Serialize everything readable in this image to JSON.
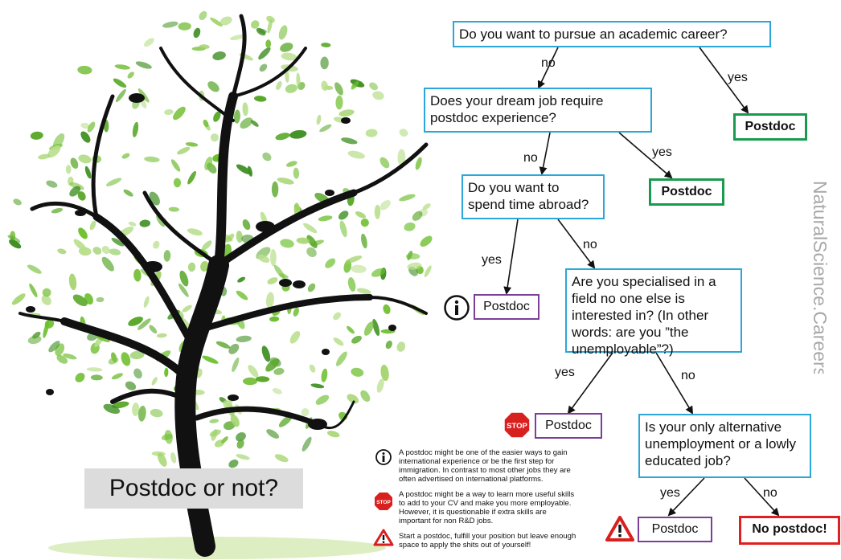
{
  "title": "Postdoc or not?",
  "brand": "NaturalScience.Careers",
  "colors": {
    "question_border": "#2aa7d8",
    "postdoc_green": "#1a9a4f",
    "postdoc_purple": "#7b3f98",
    "no_postdoc_red": "#e02020",
    "leaf": "#6cbf2c",
    "trunk": "#111111"
  },
  "questions": {
    "q1": "Do you want to pursue an academic career?",
    "q2": "Does your dream job require postdoc experience?",
    "q3": "Do you want to spend time abroad?",
    "q4": "Are you specialised in a field no one else is interested in? (In other words: are you ”the unemployable”?)",
    "q5": "Is your only alternative unemployment or a lowly educated job?"
  },
  "outcomes": {
    "o1": "Postdoc",
    "o2": "Postdoc",
    "o3": "Postdoc",
    "o4": "Postdoc",
    "o5": "Postdoc",
    "o6": "No postdoc!"
  },
  "edge_labels": {
    "q1_no": "no",
    "q1_yes": "yes",
    "q2_no": "no",
    "q2_yes": "yes",
    "q3_yes": "yes",
    "q3_no": "no",
    "q4_yes": "yes",
    "q4_no": "no",
    "q5_yes": "yes",
    "q5_no": "no"
  },
  "notes": {
    "info": "A postdoc might be one of the easier ways to gain international experience or be the first step for immigration. In contrast to most other jobs they are often advertised on international platforms.",
    "stop": "A postdoc might be a way to learn more useful skills to add to your CV and make you more employable. However, it is questionable if extra skills are important for non R&D jobs.",
    "warning": "Start a postdoc, fulfill your position but leave enough space to apply the shits out of yourself!"
  },
  "icons": {
    "info": "info-icon",
    "stop": "stop-sign-icon",
    "warning": "warning-icon",
    "tree": "tree-illustration"
  }
}
